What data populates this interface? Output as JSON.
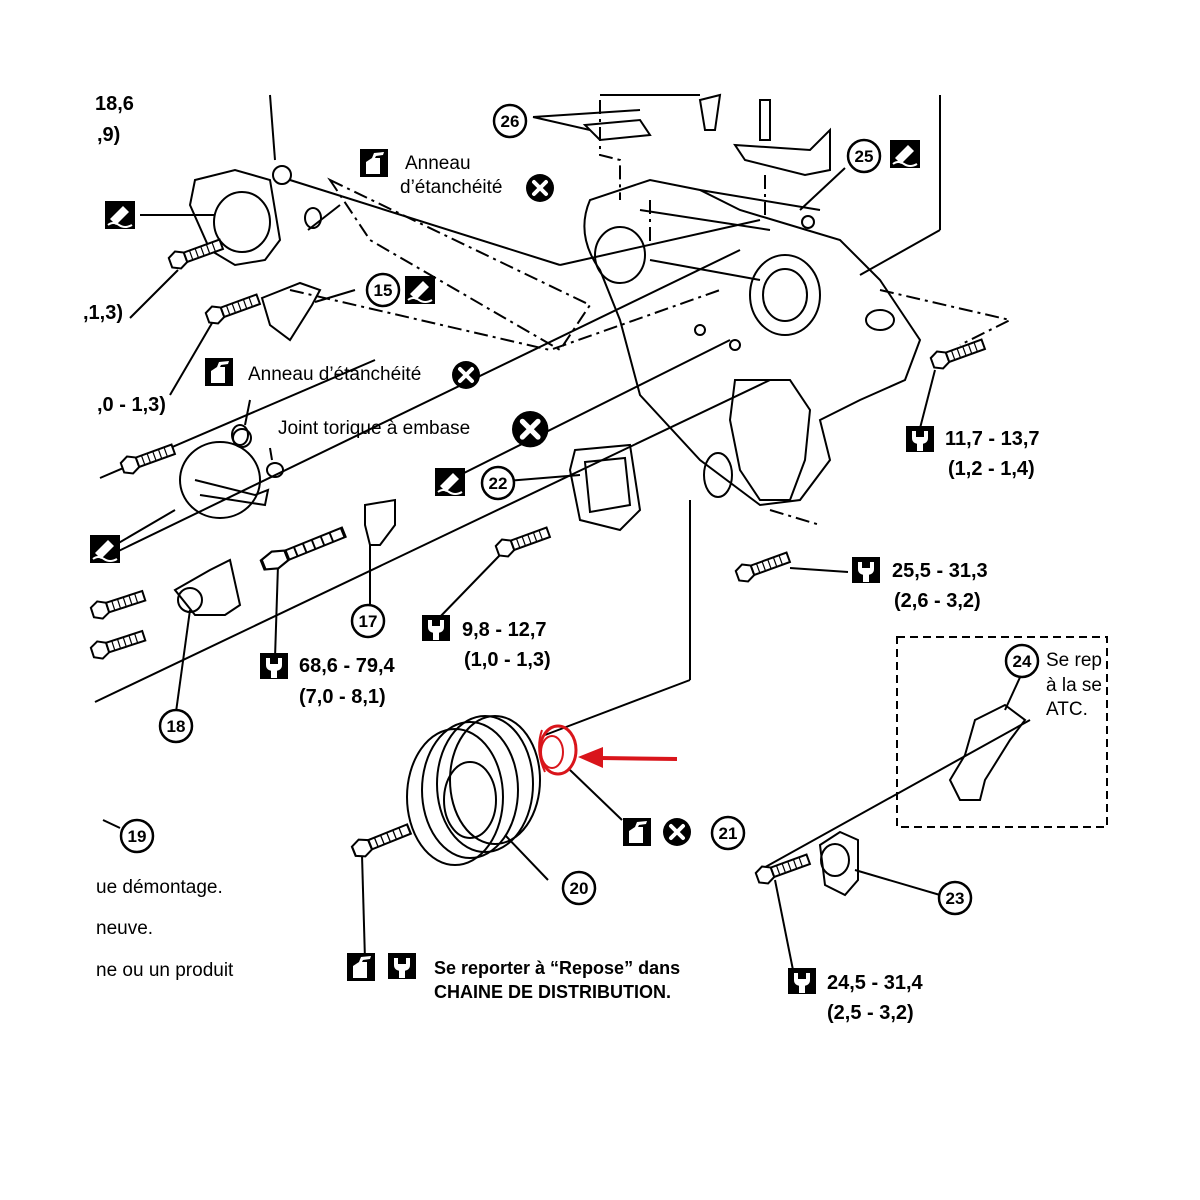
{
  "callouts": {
    "c15": "15",
    "c17": "17",
    "c18": "18",
    "c19": "19",
    "c20": "20",
    "c21": "21",
    "c22": "22",
    "c23": "23",
    "c24": "24",
    "c25": "25",
    "c26": "26"
  },
  "labels": {
    "seal_ring_top_1": "Anneau",
    "seal_ring_top_2": "d’étanchéité",
    "seal_ring_mid": "Anneau d’étanchéité",
    "oring_flange": "Joint torique à embase",
    "torque_a_1": "18,6",
    "torque_a_2": ",9)",
    "torque_b": ",1,3)",
    "torque_c": ",0 - 1,3)",
    "torque_d_1": "11,7 - 13,7",
    "torque_d_2": "(1,2 - 1,4)",
    "torque_e_1": "25,5 - 31,3",
    "torque_e_2": "(2,6 - 3,2)",
    "torque_f_1": "9,8 - 12,7",
    "torque_f_2": "(1,0 - 1,3)",
    "torque_g_1": "68,6 - 79,4",
    "torque_g_2": "(7,0 - 8,1)",
    "torque_h_1": "24,5 - 31,4",
    "torque_h_2": "(2,5 - 3,2)",
    "note_24_1": "Se rep",
    "note_24_2": "à la se",
    "note_24_3": "ATC.",
    "legend_1": "ue démontage.",
    "legend_2": "neuve.",
    "legend_3": "ne ou un produit",
    "refer_1": "Se reporter à “Repose” dans",
    "refer_2": "CHAINE DE DISTRIBUTION."
  },
  "colors": {
    "line": "#000000",
    "highlight": "#d9151b",
    "background": "#ffffff"
  },
  "icons": [
    "sealant-icon",
    "oil-can-icon",
    "torque-wrench-icon",
    "replace-x-icon",
    "red-arrow"
  ]
}
